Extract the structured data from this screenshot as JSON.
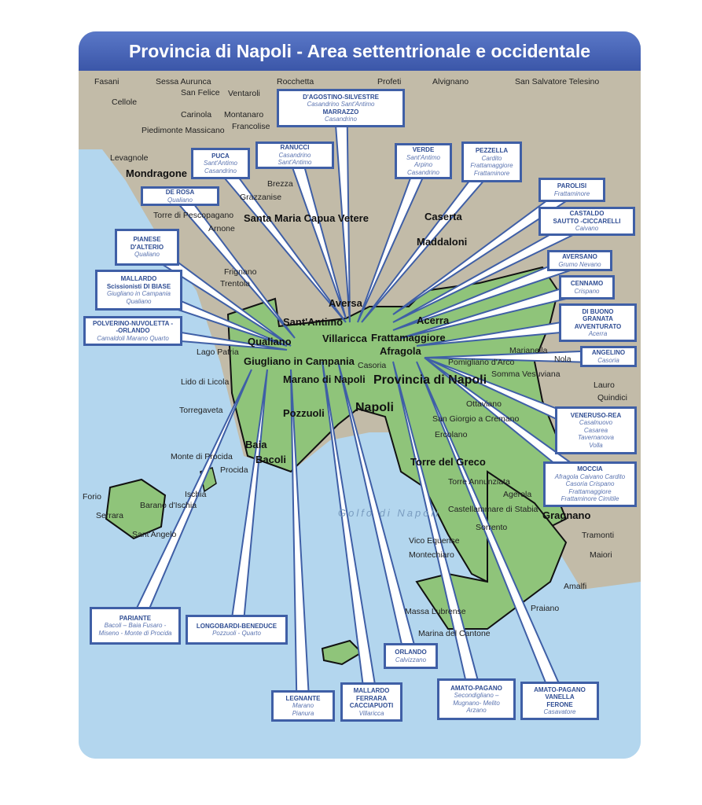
{
  "title": "Provincia di Napoli - Area settentrionale e occidentale",
  "colors": {
    "title_bar": "#3b56a8",
    "box_border": "#3f5fa6",
    "land": "#bfb8a6",
    "province": "#8fc47a",
    "sea": "#b3d6ee"
  },
  "places": [
    "Fasani",
    "Sessa Aurunca",
    "Rocchetta",
    "Profeti",
    "Alvignano",
    "San Salvatore Telesino",
    "Cellole",
    "San Felice",
    "Ventaroli",
    "Carinola",
    "Montanaro",
    "Francolise",
    "Piedimonte Massicano",
    "Levagnole",
    "Mondragone",
    "Brezza",
    "Grazzanise",
    "Santa Maria Capua Vetere",
    "Caserta",
    "Maddaloni",
    "Torre di Pescopagano",
    "Arnone",
    "Frignano",
    "Trentola",
    "Aversa",
    "Sant'Antimo",
    "Villaricca",
    "Qualiano",
    "Giugliano in Campania",
    "Marano di Napoli",
    "Frattamaggiore",
    "Acerra",
    "Afragola",
    "Casoria",
    "Provincia di Napoli",
    "Napoli",
    "Pozzuoli",
    "Monte di Procida",
    "Procida",
    "Ischia",
    "Forio",
    "Serrara",
    "Barano d'Ischia",
    "Sant'Angelo",
    "Baia",
    "Bacoli",
    "Lago Patria",
    "Lido di Licola",
    "Torregaveta",
    "Marianella",
    "Pomigliano d'Arco",
    "Somma Vesuviana",
    "Ottaviano",
    "San Giorgio a Cremano",
    "Ercolano",
    "Torre del Greco",
    "Torre Annunziata",
    "Castellammare di Stabia",
    "Vico Equense",
    "Sorrento",
    "Massa Lubrense",
    "Marina del Cantone",
    "Gragnano",
    "Amalfi",
    "Praiano",
    "Nola",
    "Lauro",
    "Quindici",
    "Golfo di Napoli",
    "Montechiaro",
    "Agerola",
    "Tramonti",
    "Maiori"
  ],
  "boxes": [
    {
      "lines": [
        {
          "t": "D'AGOSTINO-SILVESTRE",
          "b": 1
        },
        {
          "t": "Casandrino  Sant'Antimo"
        },
        {
          "t": "MARRAZZO",
          "b": 1
        },
        {
          "t": "Casandrino"
        }
      ]
    },
    {
      "lines": [
        {
          "t": "PUCA",
          "b": 1
        },
        {
          "t": "Sant'Antimo"
        },
        {
          "t": "Casandrino"
        }
      ]
    },
    {
      "lines": [
        {
          "t": "RANUCCI",
          "b": 1
        },
        {
          "t": "Casandrino"
        },
        {
          "t": "Sant'Antimo"
        }
      ]
    },
    {
      "lines": [
        {
          "t": "VERDE",
          "b": 1
        },
        {
          "t": "Sant'Antimo"
        },
        {
          "t": "Arpino"
        },
        {
          "t": "Casandrino"
        }
      ]
    },
    {
      "lines": [
        {
          "t": "PEZZELLA",
          "b": 1
        },
        {
          "t": "Cardito"
        },
        {
          "t": "Frattamaggiore"
        },
        {
          "t": "Frattaminore"
        }
      ]
    },
    {
      "lines": [
        {
          "t": "DE ROSA",
          "b": 1
        },
        {
          "t": "Qualiano"
        }
      ]
    },
    {
      "lines": [
        {
          "t": "PAROLISI",
          "b": 1
        },
        {
          "t": "Frattaminore"
        }
      ]
    },
    {
      "lines": [
        {
          "t": "CASTALDO",
          "b": 1
        },
        {
          "t": "SAUTTO -CICCARELLI",
          "b": 1
        },
        {
          "t": "Caivano"
        }
      ]
    },
    {
      "lines": [
        {
          "t": "PIANESE",
          "b": 1
        },
        {
          "t": "D'ALTERIO",
          "b": 1
        },
        {
          "t": "Qualiano"
        }
      ]
    },
    {
      "lines": [
        {
          "t": "MALLARDO",
          "b": 1
        },
        {
          "t": "Scissionisti DI BIASE",
          "b": 1
        },
        {
          "t": "Giugliano in Campania"
        },
        {
          "t": "Qualiano"
        }
      ]
    },
    {
      "lines": [
        {
          "t": "AVERSANO",
          "b": 1
        },
        {
          "t": "Grumo Nevano"
        }
      ]
    },
    {
      "lines": [
        {
          "t": "CENNAMO",
          "b": 1
        },
        {
          "t": "Crispano"
        }
      ]
    },
    {
      "lines": [
        {
          "t": "POLVERINO-NUVOLETTA  -",
          "b": 1
        },
        {
          "t": "-ORLANDO",
          "b": 1
        },
        {
          "t": "Camaldoli Marano Quarto"
        }
      ]
    },
    {
      "lines": [
        {
          "t": "DI BUONO",
          "b": 1
        },
        {
          "t": "GRANATA",
          "b": 1
        },
        {
          "t": "AVVENTURATO",
          "b": 1
        },
        {
          "t": "Acerra"
        }
      ]
    },
    {
      "lines": [
        {
          "t": "ANGELINO",
          "b": 1
        },
        {
          "t": "Casoria"
        }
      ]
    },
    {
      "lines": [
        {
          "t": "VENERUSO-REA",
          "b": 1
        },
        {
          "t": "Casalnuovo"
        },
        {
          "t": "Casarea"
        },
        {
          "t": "Tavernanova"
        },
        {
          "t": "Volla"
        }
      ]
    },
    {
      "lines": [
        {
          "t": "MOCCIA",
          "b": 1
        },
        {
          "t": "Afragola Caivano Cardito"
        },
        {
          "t": "Casoria Crispano"
        },
        {
          "t": "Frattamaggiore"
        },
        {
          "t": "Frattaminore Cimitile"
        }
      ]
    },
    {
      "lines": [
        {
          "t": "PARIANTE",
          "b": 1
        },
        {
          "t": "Bacoli – Baia Fusaro -"
        },
        {
          "t": "Miseno - Monte di Procida"
        }
      ]
    },
    {
      "lines": [
        {
          "t": "LONGOBARDI-BENEDUCE",
          "b": 1
        },
        {
          "t": "Pozzuoli - Quarto"
        }
      ]
    },
    {
      "lines": [
        {
          "t": "LEGNANTE",
          "b": 1
        },
        {
          "t": "Marano"
        },
        {
          "t": "Pianura"
        }
      ]
    },
    {
      "lines": [
        {
          "t": "MALLARDO",
          "b": 1
        },
        {
          "t": "FERRARA",
          "b": 1
        },
        {
          "t": "CACCIAPUOTI",
          "b": 1
        },
        {
          "t": "Villaricca"
        }
      ]
    },
    {
      "lines": [
        {
          "t": "ORLANDO",
          "b": 1
        },
        {
          "t": "Calvizzano"
        }
      ]
    },
    {
      "lines": [
        {
          "t": "AMATO-PAGANO",
          "b": 1
        },
        {
          "t": "Secondigliano –"
        },
        {
          "t": "Mugnano- Melito"
        },
        {
          "t": "Arzano"
        }
      ]
    },
    {
      "lines": [
        {
          "t": "AMATO-PAGANO",
          "b": 1
        },
        {
          "t": "VANELLA",
          "b": 1
        },
        {
          "t": "FERONE",
          "b": 1
        },
        {
          "t": "Casavatore"
        }
      ]
    }
  ]
}
